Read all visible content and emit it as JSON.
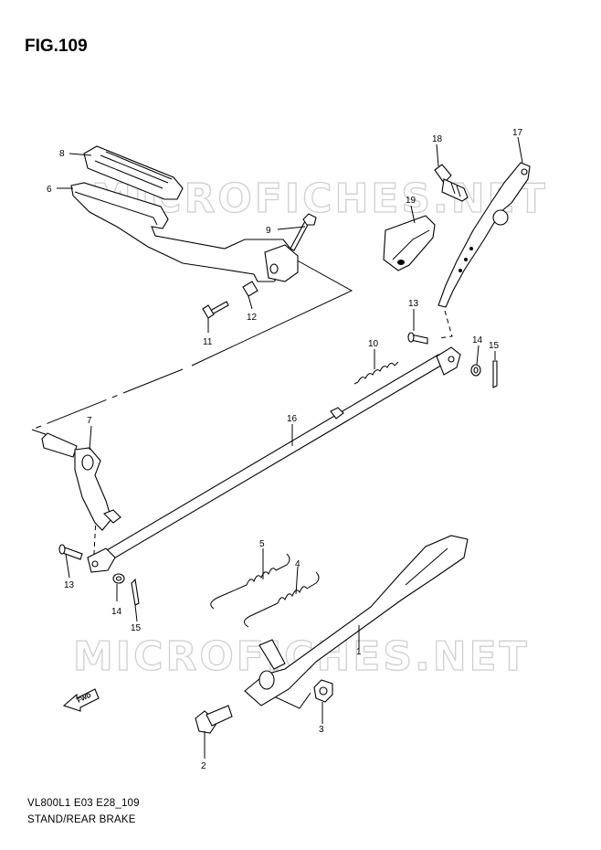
{
  "figure": {
    "title": "FIG.109",
    "code": "VL800L1 E03 E28_109",
    "name": "STAND/REAR BRAKE",
    "watermark": "MICROFICHES.NET"
  },
  "fwd_label": "FWD",
  "callouts": [
    {
      "id": "c1",
      "number": "1"
    },
    {
      "id": "c2",
      "number": "2"
    },
    {
      "id": "c3",
      "number": "3"
    },
    {
      "id": "c4",
      "number": "4"
    },
    {
      "id": "c5",
      "number": "5"
    },
    {
      "id": "c6",
      "number": "6"
    },
    {
      "id": "c7",
      "number": "7"
    },
    {
      "id": "c8",
      "number": "8"
    },
    {
      "id": "c9",
      "number": "9"
    },
    {
      "id": "c10",
      "number": "10"
    },
    {
      "id": "c11",
      "number": "11"
    },
    {
      "id": "c12",
      "number": "12"
    },
    {
      "id": "c13a",
      "number": "13"
    },
    {
      "id": "c13b",
      "number": "13"
    },
    {
      "id": "c14a",
      "number": "14"
    },
    {
      "id": "c14b",
      "number": "14"
    },
    {
      "id": "c15a",
      "number": "15"
    },
    {
      "id": "c15b",
      "number": "15"
    },
    {
      "id": "c16",
      "number": "16"
    },
    {
      "id": "c17",
      "number": "17"
    },
    {
      "id": "c18",
      "number": "18"
    },
    {
      "id": "c19",
      "number": "19"
    }
  ]
}
